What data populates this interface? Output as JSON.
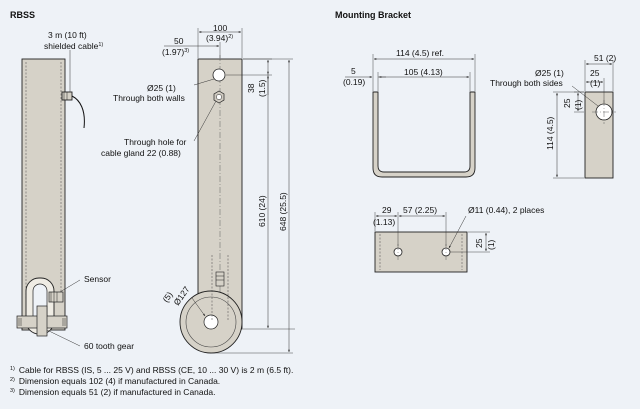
{
  "titles": {
    "rbss": "RBSS",
    "bracket": "Mounting Bracket"
  },
  "left_view": {
    "cable_label_line1": "3 m (10 ft)",
    "cable_label_line2": "shielded cable",
    "cable_note_ref": "1)",
    "sensor_label": "Sensor",
    "gear_label": "60 tooth gear"
  },
  "right_view": {
    "dim_width_top": "100",
    "dim_width_top_in": "(3.94)",
    "dim_width_top_ref": "2)",
    "dim_offset": "50",
    "dim_offset_in": "(1.97)",
    "dim_offset_ref": "3)",
    "hole_label_line1": "Ø25 (1)",
    "hole_label_line2": "Through both walls",
    "gland_label_line1": "Through hole for",
    "gland_label_line2": "cable gland 22 (0.88)",
    "dim_hole_v": "38",
    "dim_hole_v_in": "(1.5)",
    "dim_610": "610 (24)",
    "dim_648": "648 (25.5)",
    "dim_gear": "Ø127",
    "dim_gear_in": "(5)"
  },
  "bracket_side": {
    "dim_overall": "114 (4.5) ref.",
    "dim_inner": "105 (4.13)",
    "dim_wall": "5",
    "dim_wall_in": "(0.19)"
  },
  "bracket_end": {
    "dim_width": "51 (2)",
    "dim_hole_x": "25",
    "dim_hole_x_in": "(1)",
    "hole_label_line1": "Ø25 (1)",
    "hole_label_line2": "Through both sides",
    "dim_hole_y": "25",
    "dim_hole_y_in": "(1)",
    "dim_height": "114 (4.5)"
  },
  "bracket_bottom": {
    "dim_29": "29",
    "dim_29_in": "(1.13)",
    "dim_57": "57 (2.25)",
    "hole_label": "Ø11 (0.44), 2 places",
    "dim_25": "25",
    "dim_25_in": "(1)"
  },
  "footnotes": [
    {
      "num": "1)",
      "text": "Cable for RBSS (IS, 5 ... 25 V) and RBSS (CE, 10 ... 30 V) is 2 m (6.5 ft)."
    },
    {
      "num": "2)",
      "text": "Dimension equals 102 (4) if manufactured in Canada."
    },
    {
      "num": "3)",
      "text": "Dimension equals 51 (2) if manufactured in Canada."
    }
  ]
}
